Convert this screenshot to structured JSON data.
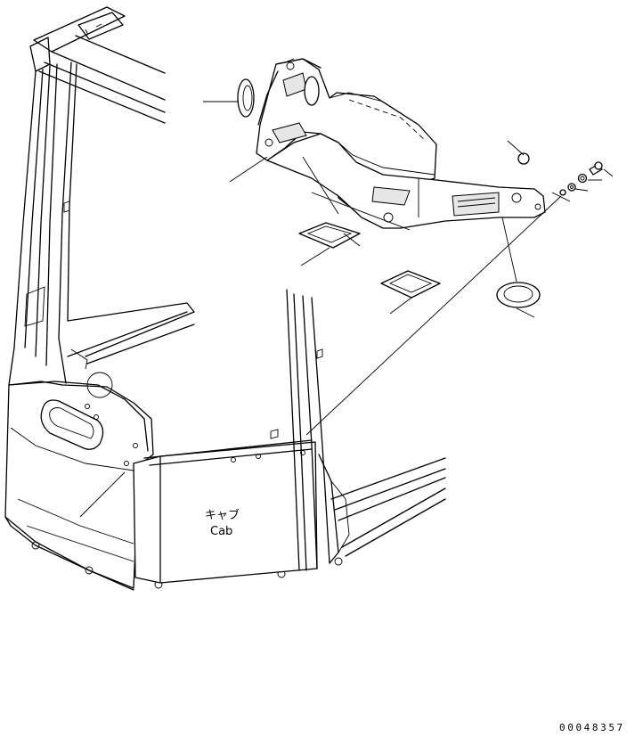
{
  "cab_label": {
    "japanese": "キャブ",
    "english": "Cab"
  },
  "drawing_code": "00048357"
}
